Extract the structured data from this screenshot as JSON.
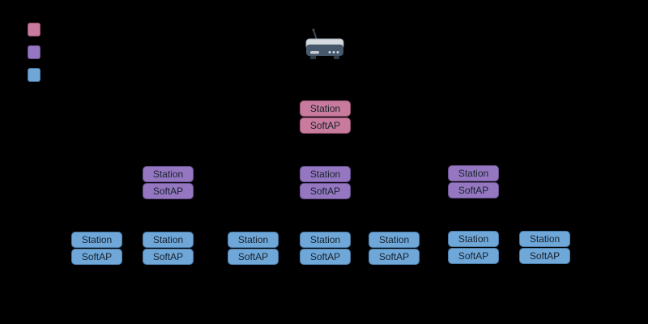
{
  "colors": {
    "background": "#000000",
    "root_fill": "#c87b9d",
    "intermediate_fill": "#9477c0",
    "leaf_fill": "#6fa7d8",
    "label_text": "#18222e"
  },
  "icons": {
    "router": "router-icon"
  },
  "node_labels": {
    "station": "Station",
    "softap": "SoftAP"
  },
  "legend": {
    "swatches": [
      {
        "name": "root-node",
        "color": "#c87b9d"
      },
      {
        "name": "intermediate-parent-node",
        "color": "#9477c0"
      },
      {
        "name": "leaf-node",
        "color": "#6fa7d8"
      }
    ]
  },
  "topology": {
    "type": "tree",
    "layers": [
      {
        "level": 1,
        "node_type": "root",
        "count": 1
      },
      {
        "level": 2,
        "node_type": "intermediate",
        "count": 3
      },
      {
        "level": 3,
        "node_type": "leaf",
        "count": 7
      }
    ]
  }
}
